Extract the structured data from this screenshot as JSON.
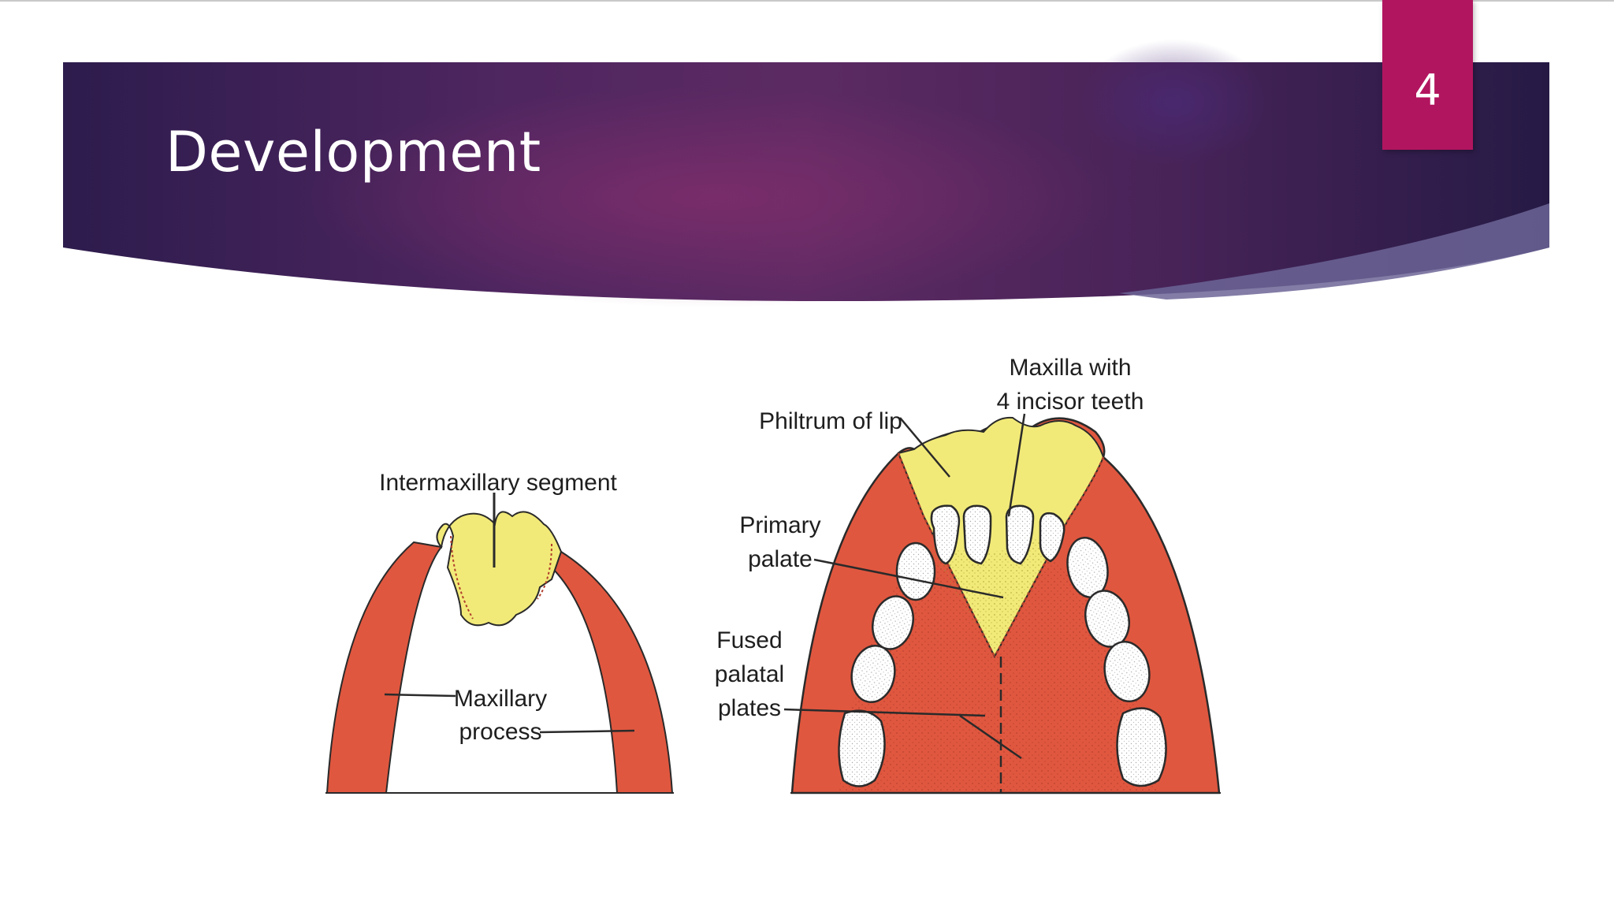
{
  "slide": {
    "title": "Development",
    "page_number": "4"
  },
  "colors": {
    "banner_dark": "#2b1c4a",
    "banner_mid": "#5a2a62",
    "banner_glow": "#7b2d6b",
    "badge": "#b2155f",
    "process_red": "#e0573f",
    "segment_yellow": "#f2ea78",
    "tooth_white": "#ffffff"
  },
  "diagram": {
    "labels": {
      "intermaxillary_segment": "Intermaxillary segment",
      "maxillary_line1": "Maxillary",
      "maxillary_line2": "process",
      "maxilla_line1": "Maxilla with",
      "maxilla_line2": "4 incisor teeth",
      "philtrum": "Philtrum of lip",
      "primary_line1": "Primary",
      "primary_line2": "palate",
      "fused_line1": "Fused",
      "fused_line2": "palatal",
      "fused_line3": "plates"
    }
  }
}
